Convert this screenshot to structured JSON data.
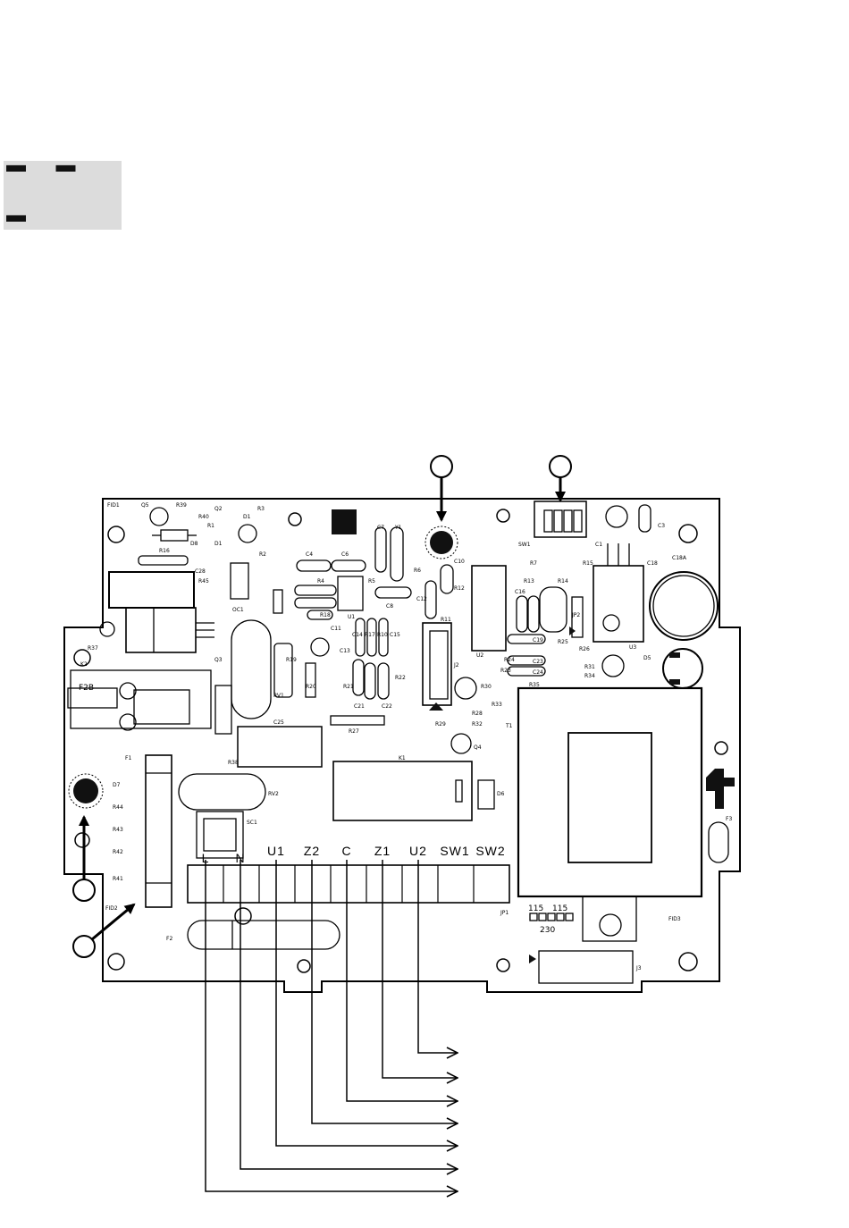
{
  "display": {
    "text": "– – –",
    "background": "#dcdcdc"
  },
  "board": {
    "terminal_labels": [
      "L",
      "N",
      "U1",
      "Z2",
      "C",
      "Z1",
      "U2",
      "SW1",
      "SW2"
    ],
    "component_labels": {
      "fid1": "FID1",
      "q5": "Q5",
      "r39": "R39",
      "q2": "Q2",
      "r3": "R3",
      "r40": "R40",
      "d1": "D1",
      "r1": "R1",
      "r16": "R16",
      "d8": "D8",
      "r2": "R2",
      "c28": "C28",
      "r45": "R45",
      "oc1": "OC1",
      "c4": "C4",
      "c6": "C6",
      "c7": "C7",
      "y1": "Y1",
      "r4": "R4",
      "r5": "R5",
      "c8": "C8",
      "r18": "R18",
      "u1": "U1",
      "c11": "C11",
      "c13": "C13",
      "c14": "C14",
      "r17": "R17",
      "r10": "R10",
      "c15": "C15",
      "r6": "R6",
      "c10": "C10",
      "c12": "C12",
      "r12": "R12",
      "r11": "R11",
      "u2": "U2",
      "j2": "J2",
      "sw1": "SW1",
      "c1": "C1",
      "c3": "C3",
      "c18": "C18",
      "c18a": "C18A",
      "r7": "R7",
      "r15": "R15",
      "r13": "R13",
      "r14": "R14",
      "c16": "C16",
      "jp2": "JP2",
      "r25": "R25",
      "r26": "R26",
      "u3": "U3",
      "c19": "C19",
      "c23": "C23",
      "c24": "C24",
      "r35": "R35",
      "r24": "R24",
      "r23": "R23",
      "r31": "R31",
      "r34": "R34",
      "d5": "D5",
      "r37": "R37",
      "k2": "K2",
      "f2b": "F2B",
      "q3": "Q3",
      "rv1": "RV1",
      "r19": "R19",
      "r20": "R20",
      "r21": "R21",
      "r22": "R22",
      "c21": "C21",
      "c22": "C22",
      "r30": "R30",
      "r28": "R28",
      "r32": "R32",
      "r33": "R33",
      "r29": "R29",
      "q4": "Q4",
      "t1": "T1",
      "c25": "C25",
      "r27": "R27",
      "r38": "R38",
      "f1": "F1",
      "k1": "K1",
      "d6": "D6",
      "rv2": "RV2",
      "d7": "D7",
      "r44": "R44",
      "r43": "R43",
      "r42": "R42",
      "r41": "R41",
      "sc1": "SC1",
      "fid2": "FID2",
      "f2": "F2",
      "jp1": "JP1",
      "f3": "F3",
      "fid3": "FID3",
      "j3": "J3",
      "v115a": "115",
      "v115b": "115",
      "v230": "230"
    }
  }
}
